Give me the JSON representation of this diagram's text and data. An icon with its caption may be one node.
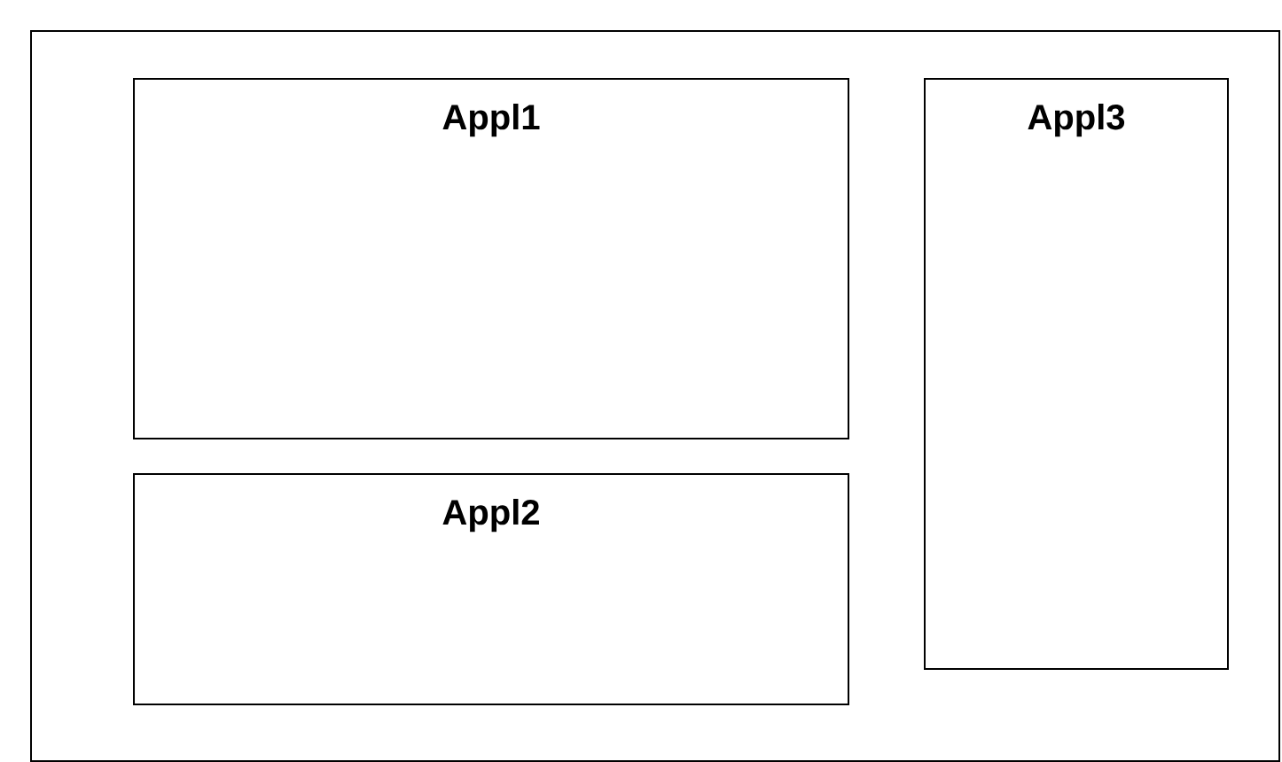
{
  "diagram": {
    "nodes": [
      {
        "text": [],
        "shape": "box"
      },
      {
        "text": [
          "Appl1"
        ],
        "in": 0
      },
      {
        "text": [
          "Appl2"
        ],
        "in": 0
      },
      {
        "text": [
          "Appl3"
        ],
        "in": 0
      }
    ]
  }
}
